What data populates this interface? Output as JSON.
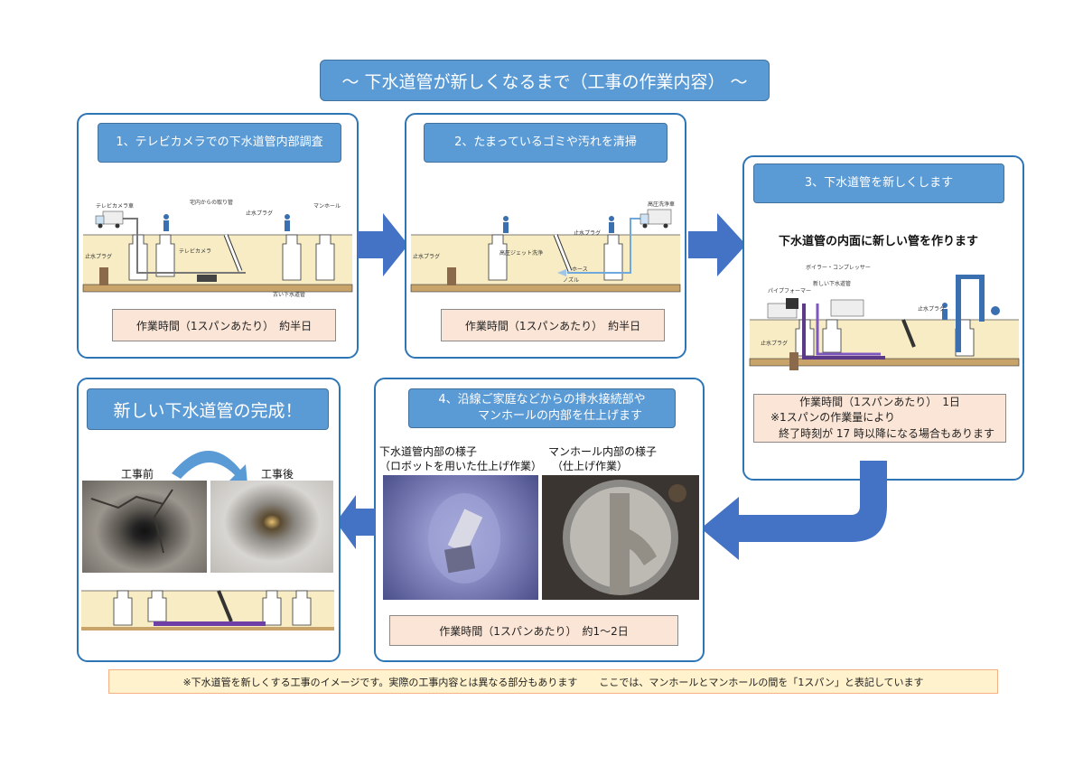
{
  "title": "〜 下水道管が新しくなるまで（工事の作業内容） 〜",
  "colors": {
    "panel_border": "#2e75b6",
    "header_fill": "#5b9bd5",
    "time_fill": "#fbe5d6",
    "arrow": "#4472c4",
    "note_fill": "#fff2cc"
  },
  "steps": [
    {
      "heading": "1、テレビカメラでの下水道管内部調査",
      "time": "作業時間（1スパンあたり）　約半日",
      "labels": [
        "テレビカメラ車",
        "宅内からの取り管",
        "止水プラグ",
        "マンホール",
        "止水プラグ",
        "テレビカメラ",
        "古い下水道管"
      ]
    },
    {
      "heading": "2、たまっているゴミや汚れを清掃",
      "time": "作業時間（1スパンあたり）　約半日",
      "labels": [
        "高圧洗浄車",
        "止水プラグ",
        "高圧ジェット洗浄",
        "止水プラグ",
        "ホース",
        "ノズル"
      ]
    },
    {
      "heading": "3、下水道管を新しくします",
      "subheading": "下水道管の内面に新しい管を作ります",
      "time_lines": [
        "作業時間（1スパンあたり）　1日",
        "※1スパンの作業量により",
        "終了時刻が 17 時以降になる場合もあります"
      ],
      "labels": [
        "ボイラー・コンプレッサー",
        "パイプフォーマー",
        "新しい下水道管",
        "止水プラグ",
        "止水プラグ"
      ]
    },
    {
      "heading_lines": [
        "4、沿線ご家庭などからの排水接続部や",
        "マンホールの内部を仕上げます"
      ],
      "photo1_caption": [
        "下水道管内部の様子",
        "（ロボットを用いた仕上げ作業）"
      ],
      "photo2_caption": [
        "マンホール内部の様子",
        "（仕上げ作業）"
      ],
      "time": "作業時間（1スパンあたり）　約1〜2日"
    },
    {
      "heading": "新しい下水道管の完成！",
      "before_label": "工事前",
      "after_label": "工事後"
    }
  ],
  "note": [
    "※下水道管を新しくする工事のイメージです。実際の工事内容とは異なる部分もあります",
    "ここでは、マンホールとマンホールの間を「1スパン」と表記しています"
  ]
}
